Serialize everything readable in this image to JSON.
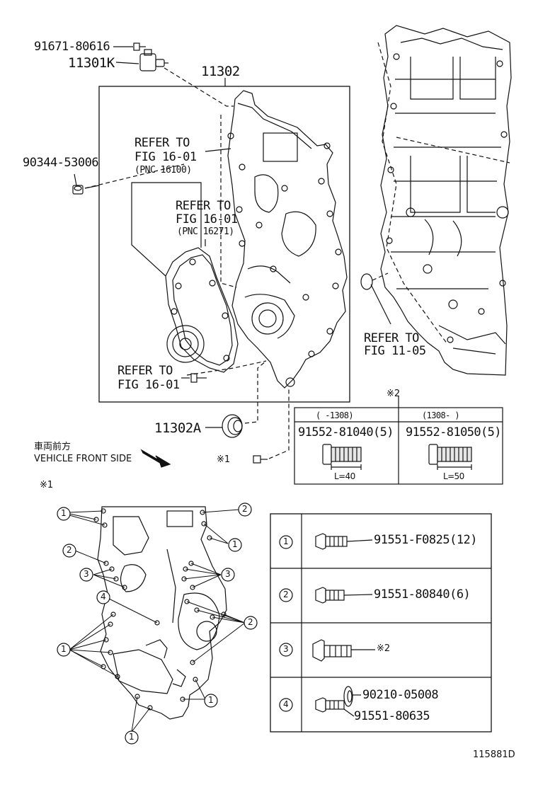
{
  "main": {
    "part_91671": "91671-80616",
    "part_11301k": "11301K",
    "part_11302": "11302",
    "part_90344": "90344-53006",
    "refer_1": {
      "l1": "REFER TO",
      "l2": "FIG 16-01",
      "l3": "(PNC 16100)"
    },
    "refer_2": {
      "l1": "REFER TO",
      "l2": "FIG 16-01",
      "l3": "(PNC 16271)"
    },
    "refer_3": {
      "l1": "REFER TO",
      "l2": "FIG 16-01"
    },
    "refer_4": {
      "l1": "REFER TO",
      "l2": "FIG 11-05"
    },
    "part_11302a": "11302A",
    "vehicle_front_jp": "車両前方",
    "vehicle_front_en": "VEHICLE FRONT SIDE",
    "note_mark_1": "※1",
    "note_mark_2": "※2",
    "bolt_1_mark": "※1"
  },
  "table_top": {
    "col1_range": "(    -1308)",
    "col2_range": "(1308-    )",
    "col1_part": "91552-81040(5)",
    "col2_part": "91552-81050(5)",
    "col1_len": "L=40",
    "col2_len": "L=50"
  },
  "bottom": {
    "note_mark": "※1",
    "callouts": [
      "1",
      "2",
      "3",
      "4"
    ]
  },
  "legend": {
    "rows": [
      {
        "num": "1",
        "part": "91551-F0825(12)"
      },
      {
        "num": "2",
        "part": "91551-80840(6)"
      },
      {
        "num": "3",
        "part": "※2"
      },
      {
        "num": "4",
        "part": "90210-05008",
        "part2": "91551-80635"
      }
    ]
  },
  "figure_id": "115881D"
}
